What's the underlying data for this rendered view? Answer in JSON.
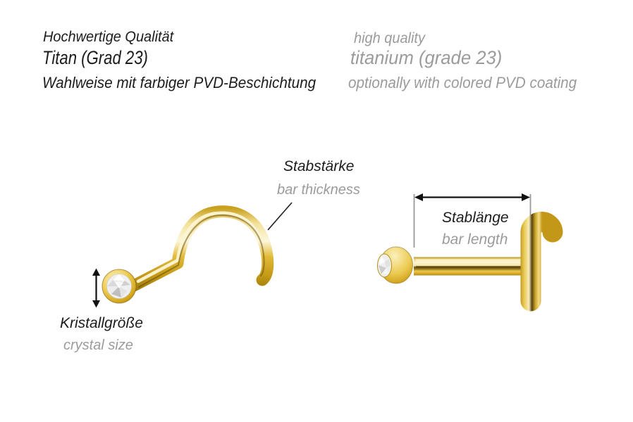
{
  "claims": {
    "de": [
      "Hochwertige Qualität",
      "Titan (Grad 23)",
      "Wahlweise mit farbiger PVD-Beschichtung"
    ],
    "en": [
      "high quality",
      "titanium (grade 23)",
      "optionally with colored PVD coating"
    ]
  },
  "annotations": {
    "bar_thickness": {
      "de": "Stabstärke",
      "en": "bar thickness"
    },
    "bar_length": {
      "de": "Stablänge",
      "en": "bar length"
    },
    "crystal_size": {
      "de": "Kristallgröße",
      "en": "crystal size"
    }
  },
  "illustrations": {
    "left_item": "gold-nose-screw-with-crystal",
    "right_item": "gold-nose-stud-with-curved-pin-and-crystal"
  },
  "colors": {
    "text_primary": "#1c1c1c",
    "text_secondary": "#9b9b9b",
    "dimension_line": "#9a9a9a",
    "arrow": "#111111",
    "gold_highlight": "#fdf6d8",
    "gold_mid": "#d9aa22",
    "gold_shadow": "#7a5c08",
    "crystal": "#f0f0f0",
    "background": "#ffffff"
  }
}
